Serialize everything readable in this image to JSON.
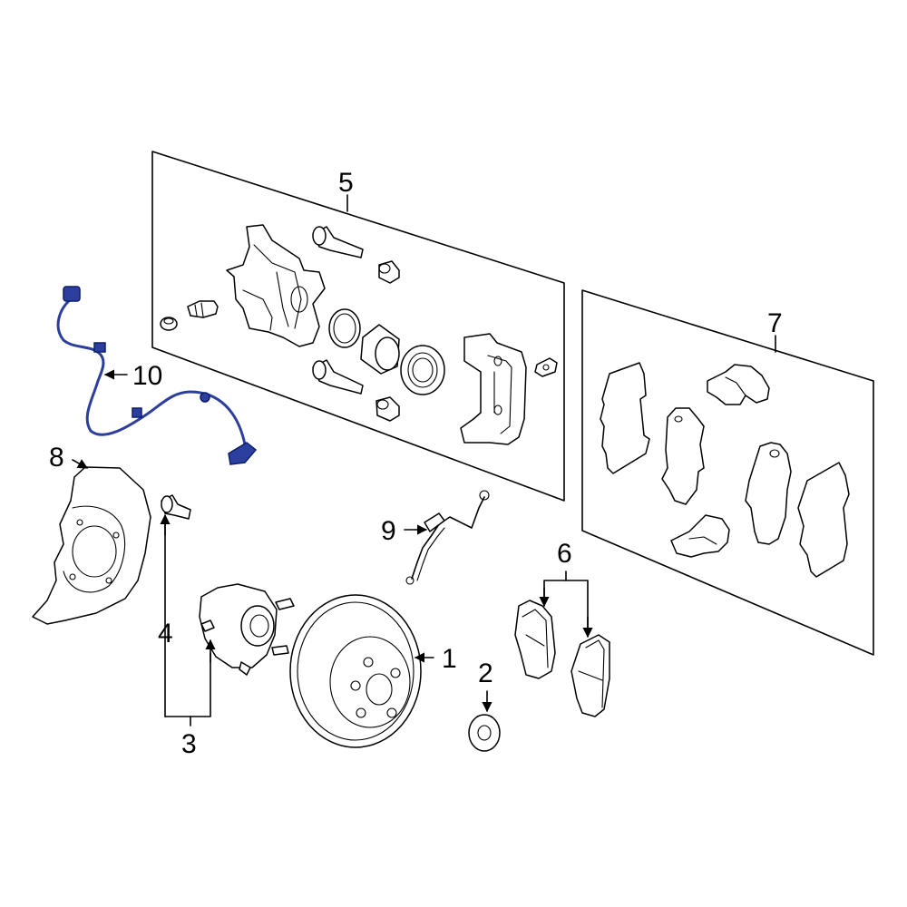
{
  "callouts": {
    "c1": "1",
    "c2": "2",
    "c3": "3",
    "c4": "4",
    "c5": "5",
    "c6": "6",
    "c7": "7",
    "c8": "8",
    "c9": "9",
    "c10": "10"
  },
  "highlight_color": "#2c3e9e"
}
